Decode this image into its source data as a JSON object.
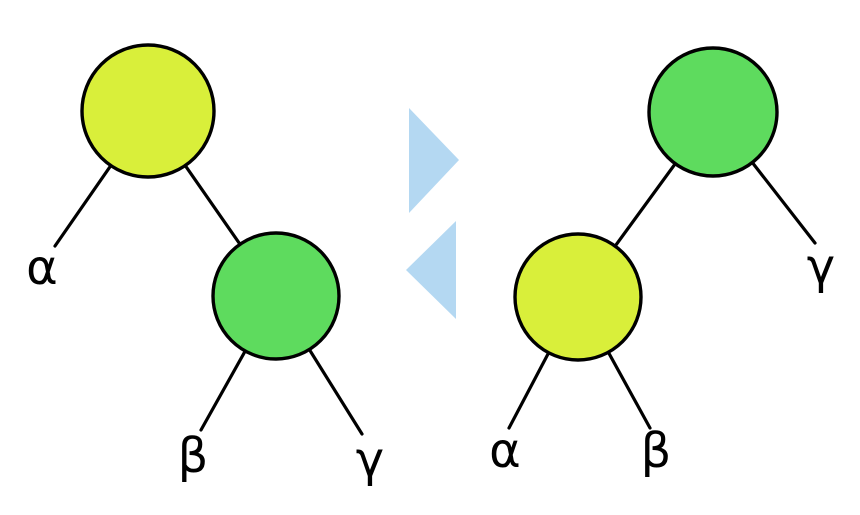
{
  "page": {
    "background": "#ffffff"
  },
  "diagram": {
    "kind": "binary-tree-rotation",
    "colors": {
      "yellow_node": "#d9ef3a",
      "green_node": "#5edb5e",
      "node_outline": "#000000",
      "edge": "#000000",
      "arrow": "#b4d8f2",
      "label": "#000000"
    },
    "left_tree": {
      "root_fill": "#d9ef3a",
      "inner_child_fill": "#5edb5e",
      "labels": {
        "alpha": "α",
        "beta": "β",
        "gamma": "γ"
      }
    },
    "right_tree": {
      "root_fill": "#5edb5e",
      "inner_child_fill": "#d9ef3a",
      "labels": {
        "alpha": "α",
        "beta": "β",
        "gamma": "γ"
      }
    }
  }
}
